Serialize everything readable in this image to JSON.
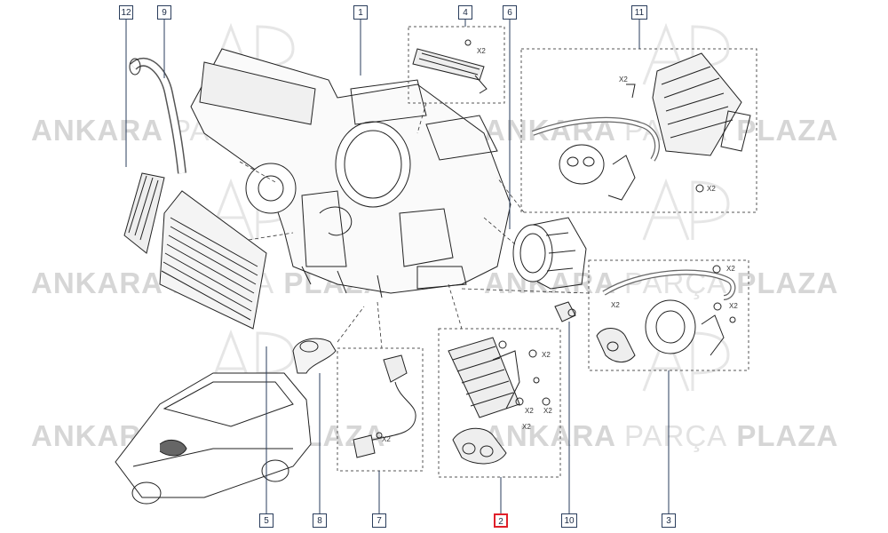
{
  "watermark": {
    "brand_a": "ANKARA",
    "brand_b": "PARÇA",
    "brand_c": "PLAZA"
  },
  "callouts": [
    "12",
    "9",
    "1",
    "4",
    "6",
    "11",
    "5",
    "8",
    "7",
    "2",
    "10",
    "3"
  ],
  "highlighted_callout": "2",
  "qty_label": "X2",
  "colors": {
    "line": "#2a3d5c",
    "highlight": "#e0202a",
    "part_stroke": "#333333",
    "watermark": "#d6d6d6"
  }
}
